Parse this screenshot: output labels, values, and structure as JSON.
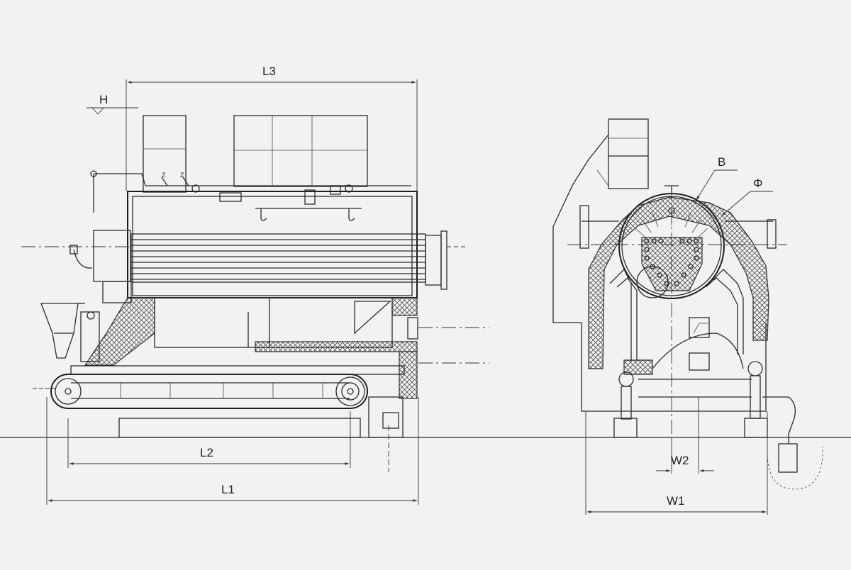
{
  "labels": {
    "L3": "L3",
    "H": "H",
    "L2": "L2",
    "L1": "L1",
    "B": "B",
    "Phi": "Φ",
    "W2": "W2",
    "W1": "W1"
  }
}
